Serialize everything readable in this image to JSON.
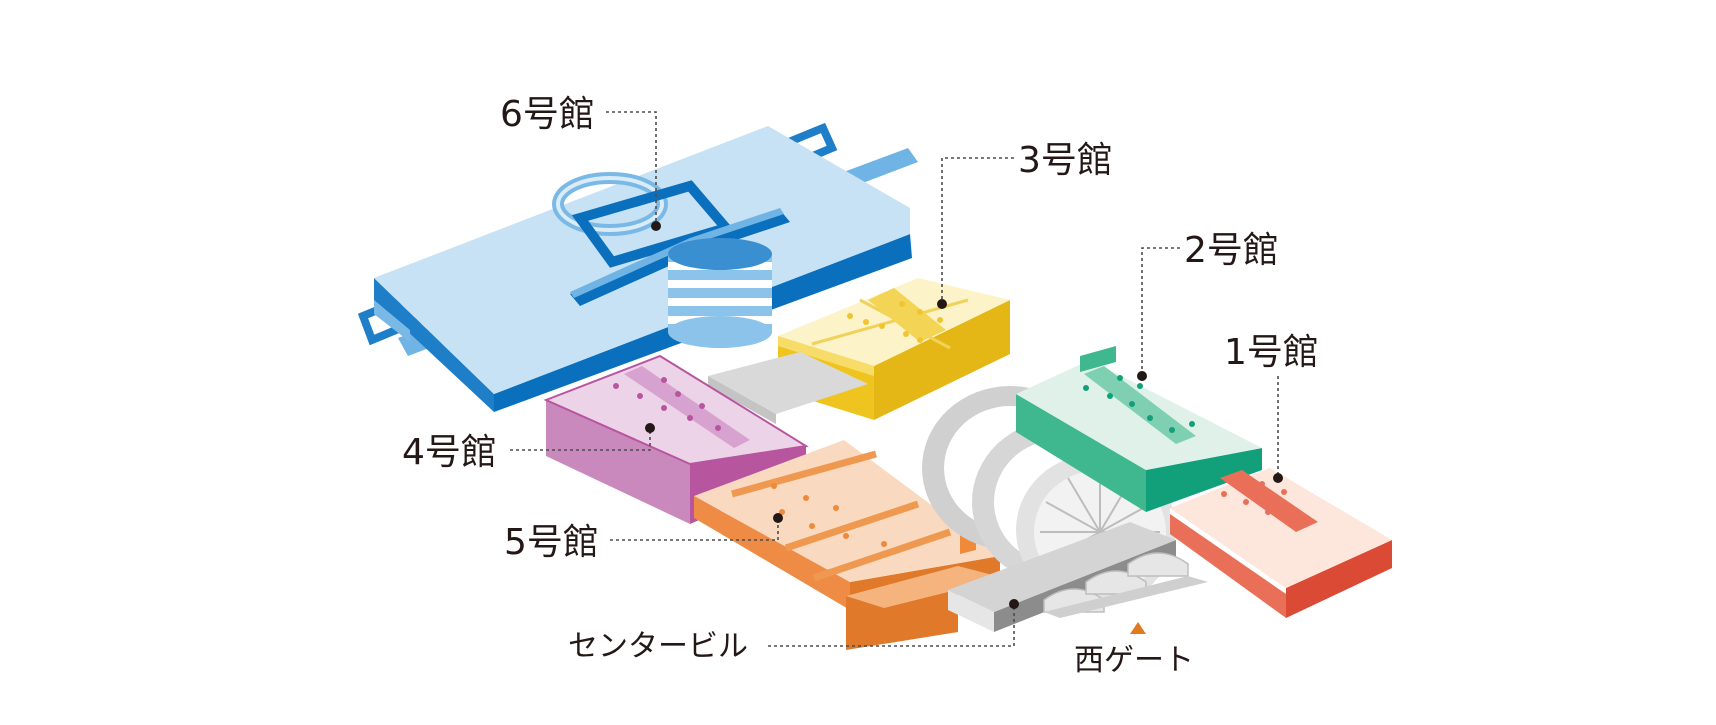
{
  "labels": {
    "hall6": "6号館",
    "hall3": "3号館",
    "hall2": "2号館",
    "hall1": "1号館",
    "hall4": "4号館",
    "hall5": "5号館",
    "center": "センタービル",
    "west_gate": "西ゲート"
  },
  "colors": {
    "hall6": "#3a8fd0",
    "hall3": "#efc41f",
    "hall2": "#13a37a",
    "hall1": "#e05a44",
    "hall4": "#b7559f",
    "hall5": "#ec8333",
    "center": "#9a9a9a",
    "west_gate_marker": "#e07a1f"
  }
}
